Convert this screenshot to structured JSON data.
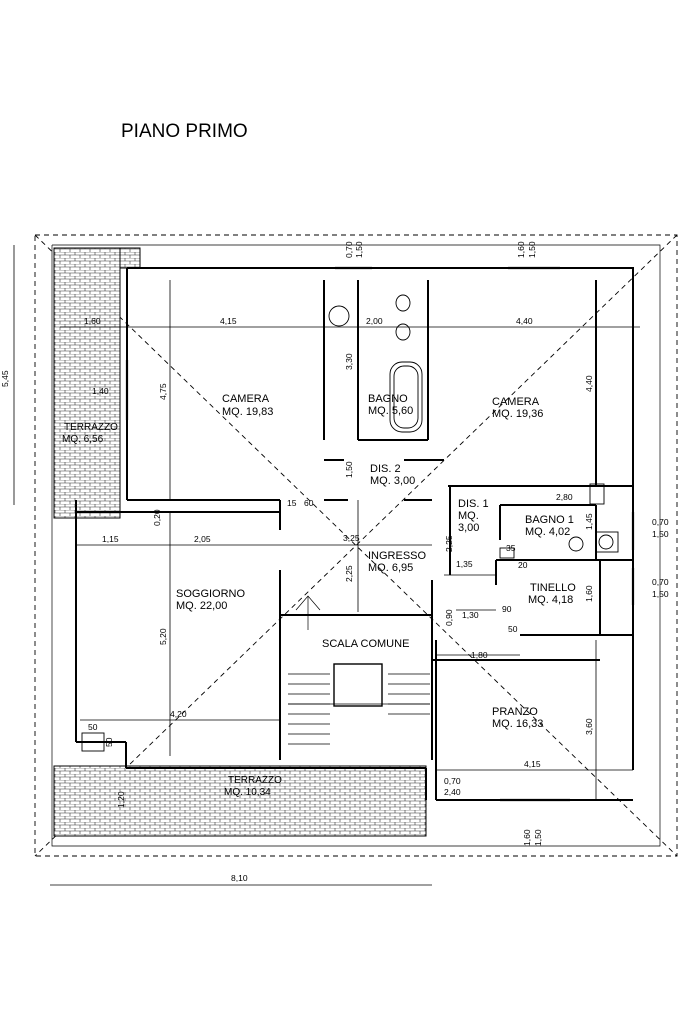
{
  "title": "PIANO PRIMO",
  "rooms": [
    {
      "id": "camera-left",
      "name": "CAMERA",
      "area": "MQ. 19,83"
    },
    {
      "id": "bagno",
      "name": "BAGNO",
      "area": "MQ. 5,60"
    },
    {
      "id": "camera-right",
      "name": "CAMERA",
      "area": "MQ. 19,36"
    },
    {
      "id": "terrazzo-left",
      "name": "TERRAZZO",
      "area": "MQ. 6,56"
    },
    {
      "id": "dis2",
      "name": "DIS. 2",
      "area": "MQ. 3,00"
    },
    {
      "id": "dis1",
      "name": "DIS. 1",
      "area_label": "MQ.",
      "area": "3,00"
    },
    {
      "id": "bagno1",
      "name": "BAGNO 1",
      "area": "MQ. 4,02"
    },
    {
      "id": "ingresso",
      "name": "INGRESSO",
      "area": "MQ. 6,95"
    },
    {
      "id": "tinello",
      "name": "TINELLO",
      "area": "MQ. 4,18"
    },
    {
      "id": "soggiorno",
      "name": "SOGGIORNO",
      "area": "MQ. 22,00"
    },
    {
      "id": "scala",
      "name": "SCALA COMUNE"
    },
    {
      "id": "pranzo",
      "name": "PRANZO",
      "area": "MQ. 16,33"
    },
    {
      "id": "terrazzo-bottom",
      "name": "TERRAZZO",
      "area": "MQ. 10,34"
    }
  ],
  "dimensions": {
    "left_height": "5,45",
    "bottom_width": "8,10",
    "top_left_win_a": "0,70",
    "top_left_win_b": "1,50",
    "top_right_win_a": "1,60",
    "top_right_win_b": "1,50",
    "terrace_w": "1,60",
    "camera_w": "4,15",
    "bagno_w": "2,00",
    "camera_r_w": "4,40",
    "bagno_depth": "3,30",
    "camera_l_h": "4,75",
    "camera_r_h": "4,40",
    "terrace_a": "1,40",
    "dis2_depth": "1,50",
    "small_15": "15",
    "small_60": "60",
    "wall_20": "0,20",
    "soggiorno_a": "1,15",
    "soggiorno_b": "2,05",
    "ingresso_w": "3,25",
    "ingresso_h": "2,25",
    "dis1_h": "2,25",
    "bagno1_w": "2,80",
    "bagno1_h": "1,45",
    "right_win1_a": "0,70",
    "right_win1_b": "1,50",
    "right_win2_a": "0,70",
    "right_win2_b": "1,50",
    "door_135": "1,35",
    "door_130": "1,30",
    "door_090": "0,90",
    "small_35": "35",
    "small_20": "20",
    "small_90": "90",
    "small_50": "50",
    "tinello_h": "1,60",
    "pranzo_w": "1,80",
    "soggiorno_h": "5,20",
    "soggiorno_w": "4,20",
    "small_50b": "50",
    "small_50c": "50",
    "pranzo_h": "3,60",
    "pranzo_w2": "4,15",
    "pranzo_win_a": "0,70",
    "pranzo_win_b": "2,40",
    "terrazzo_h": "1,20",
    "bottom_win_a": "1,60",
    "bottom_win_b": "1,50"
  },
  "colors": {
    "line": "#000000",
    "hatch": "#444444",
    "background": "#ffffff"
  }
}
